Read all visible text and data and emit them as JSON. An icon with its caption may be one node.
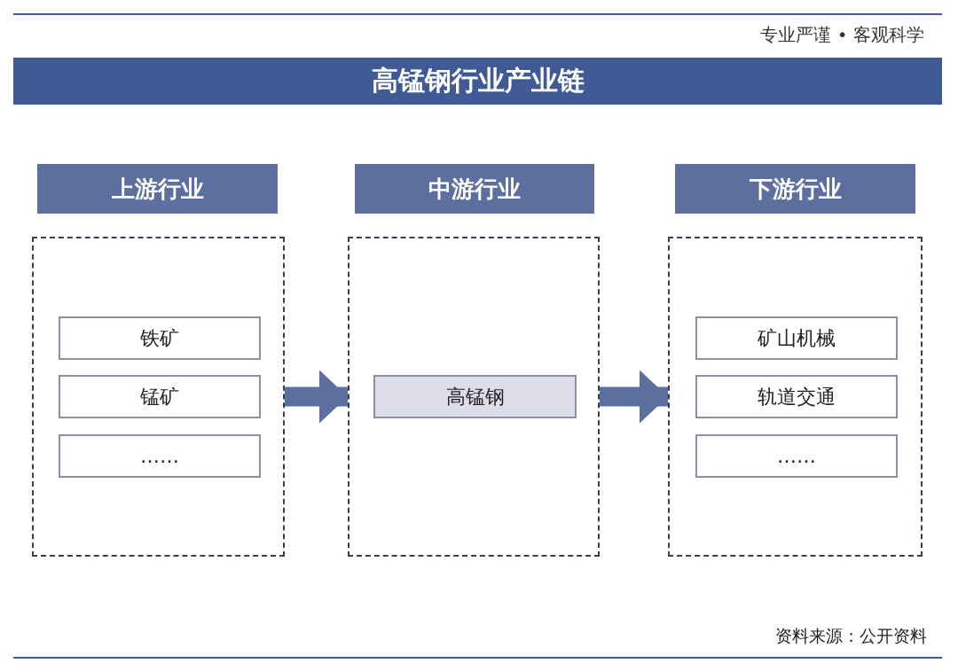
{
  "diagram": {
    "title": "高锰钢行业产业链",
    "nodes": [
      {
        "text": [
          "上游行业"
        ]
      },
      {
        "text": [],
        "shape": "box"
      },
      {
        "text": [
          "铁矿"
        ],
        "in": 1
      },
      {
        "text": [
          "锰矿"
        ],
        "in": 1
      },
      {
        "text": [
          "……"
        ],
        "in": 1
      },
      {
        "text": [
          "中游行业"
        ]
      },
      {
        "text": [],
        "shape": "box"
      },
      {
        "text": [
          "高锰钢"
        ],
        "in": 6
      },
      {
        "text": [
          "下游行业"
        ]
      },
      {
        "text": [],
        "shape": "box"
      },
      {
        "text": [
          "矿山机械"
        ],
        "in": 9
      },
      {
        "text": [
          "轨道交通"
        ],
        "in": 9
      },
      {
        "text": [
          "……"
        ],
        "in": 9
      }
    ],
    "edges": [
      {
        "from": 1,
        "to": 6,
        "arrow": "to"
      },
      {
        "from": 6,
        "to": 9,
        "arrow": "to"
      }
    ],
    "labels": [
      "专业严谨 • 客观科学",
      "资料来源：公开资料"
    ]
  }
}
